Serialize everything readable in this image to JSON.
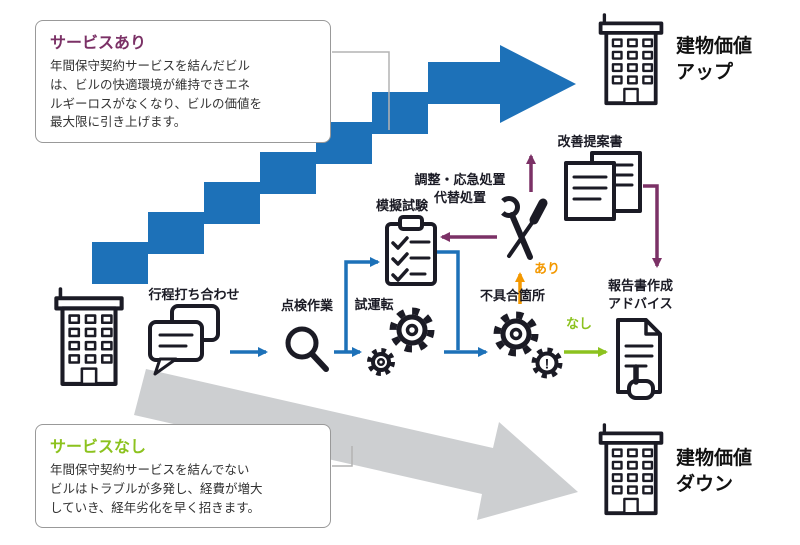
{
  "colors": {
    "blue": "#1d71b8",
    "purple": "#7b3166",
    "green": "#8cc21e",
    "orange": "#f39800",
    "gray": "#cdcfd1",
    "ink": "#1b1b25",
    "line": "#b3b3b3"
  },
  "service_yes": {
    "title": "サービスあり",
    "body_lines": [
      "年間保守契約サービスを結んだビル",
      "は、ビルの快適環境が維持できエネ",
      "ルギーロスがなくなり、ビルの価値を",
      "最大限に引き上げます。"
    ]
  },
  "service_no": {
    "title": "サービスなし",
    "body_lines": [
      "年間保守契約サービスを結んでない",
      "ビルはトラブルが多発し、経費が増大",
      "していき、経年劣化を早く招きます。"
    ]
  },
  "result_up": {
    "line1": "建物価値",
    "line2": "アップ"
  },
  "result_down": {
    "line1": "建物価値",
    "line2": "ダウン"
  },
  "flow": {
    "meeting": "行程打ち合わせ",
    "inspection": "点検作業",
    "simulation": "模擬試験",
    "trial": "試運転",
    "defect": "不具合箇所",
    "defect_mark": "!",
    "adjustment_line1": "調整・応急処置",
    "adjustment_line2": "代替処置",
    "proposal": "改善提案書",
    "report_line1": "報告書作成",
    "report_line2": "アドバイス",
    "branch_yes": "あり",
    "branch_no": "なし"
  }
}
